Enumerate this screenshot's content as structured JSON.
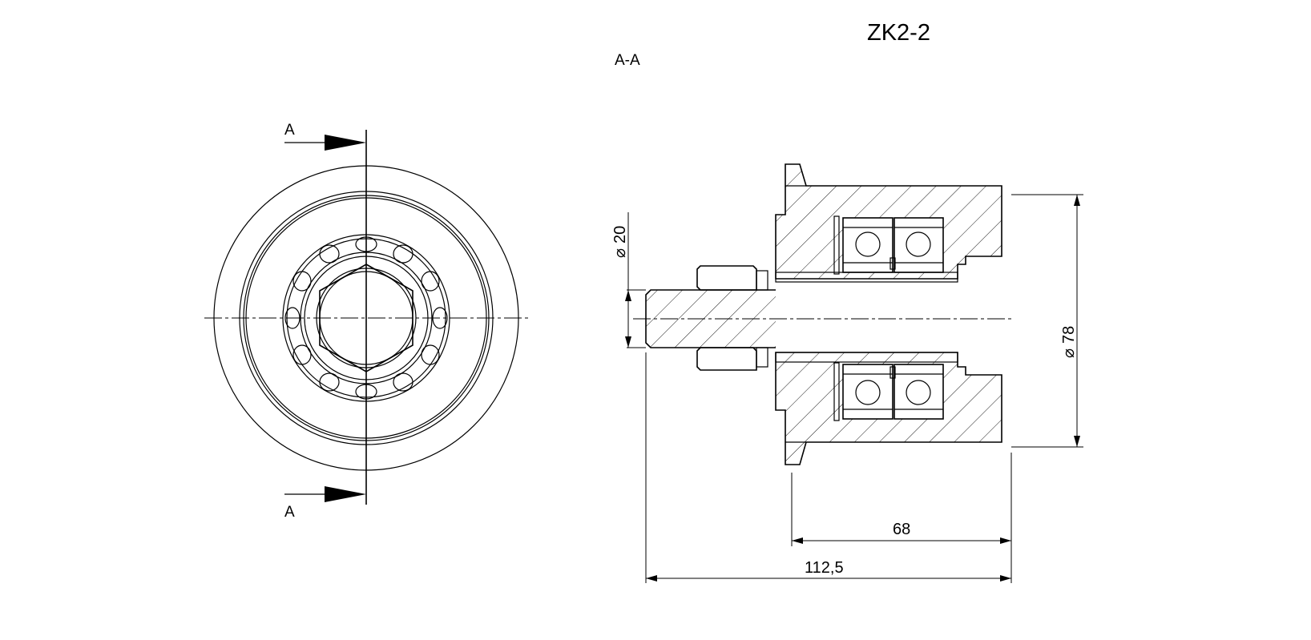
{
  "drawing": {
    "title": "ZK2-2",
    "section_label": "A-A",
    "cut_marker_top": "A",
    "cut_marker_bottom": "A",
    "dim_shaft_diameter": "20",
    "dim_body_diameter": "78",
    "dim_body_length": "68",
    "dim_overall_length": "112,5",
    "diameter_symbol": "⌀"
  }
}
